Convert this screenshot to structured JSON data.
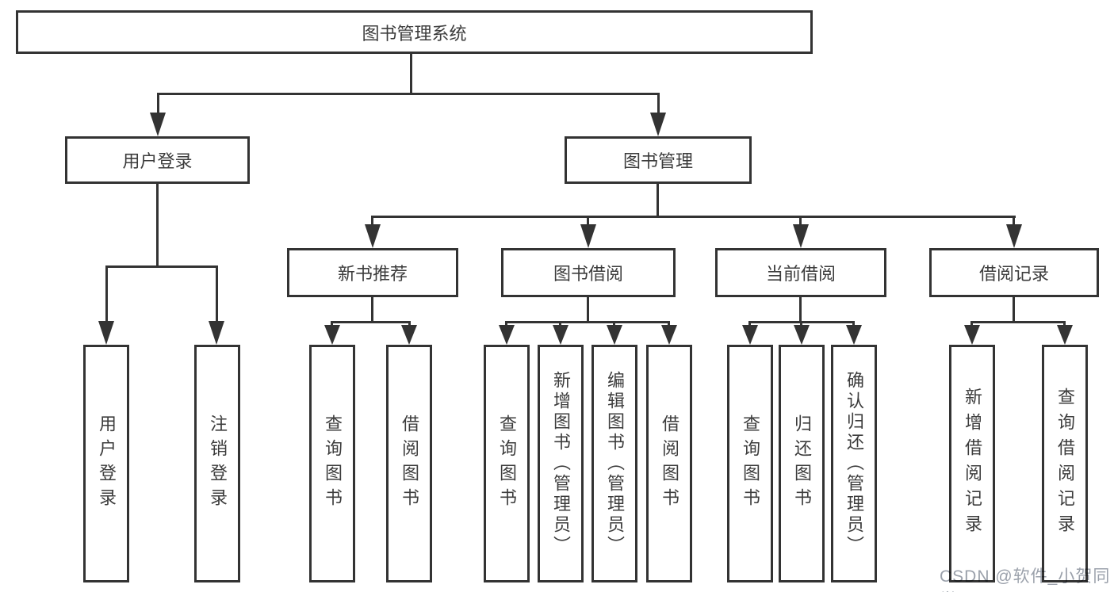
{
  "colors": {
    "line": "#333333",
    "text": "#3c3c3c",
    "background": "#ffffff",
    "watermark": "#9ba1ab"
  },
  "tree": {
    "label": "图书管理系统",
    "children": [
      {
        "label": "用户登录",
        "children": [
          {
            "label": "用户登录"
          },
          {
            "label": "注销登录"
          }
        ]
      },
      {
        "label": "图书管理",
        "children": [
          {
            "label": "新书推荐",
            "children": [
              {
                "label": "查询图书"
              },
              {
                "label": "借阅图书"
              }
            ]
          },
          {
            "label": "图书借阅",
            "children": [
              {
                "label": "查询图书"
              },
              {
                "label": "新增图书（管理员）"
              },
              {
                "label": "编辑图书（管理员）"
              },
              {
                "label": "借阅图书"
              }
            ]
          },
          {
            "label": "当前借阅",
            "children": [
              {
                "label": "查询图书"
              },
              {
                "label": "归还图书"
              },
              {
                "label": "确认归还（管理员）"
              }
            ]
          },
          {
            "label": "借阅记录",
            "children": [
              {
                "label": "新增借阅记录"
              },
              {
                "label": "查询借阅记录"
              }
            ]
          }
        ]
      }
    ]
  },
  "watermark": {
    "text": "CSDN @软件_小贺同学"
  }
}
